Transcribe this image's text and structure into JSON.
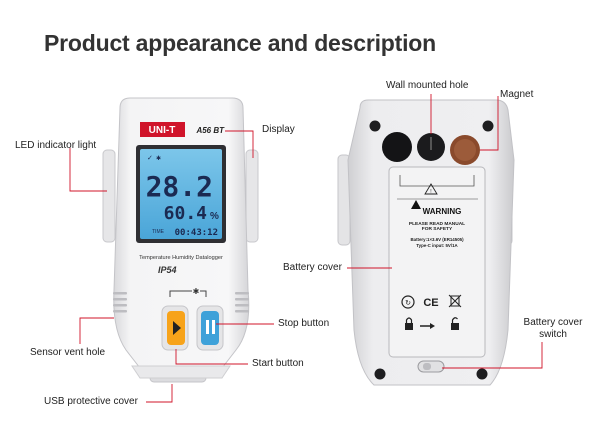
{
  "title": "Product appearance and description",
  "front_device": {
    "brand": "UNI-T",
    "model": "A56 BT",
    "reading_temp": "28.2",
    "reading_hum": "60.4",
    "hum_unit": "%",
    "time_label": "TIME",
    "time_value": "00:43:12",
    "product_line": "Temperature Humidity Datalogger",
    "rating": "IP54",
    "bluetooth_symbol": "✱"
  },
  "back_device": {
    "warning_title": "WARNING",
    "warning_text_1": "PLEASE READ MANUAL",
    "warning_text_2": "FOR SAFETY",
    "battery_line": "Battery:1×3.6V (ER14505)",
    "typec_line": "Type-C input: 5V/1A",
    "ce_mark": "CE"
  },
  "callouts": {
    "led_indicator": "LED indicator light",
    "display": "Display",
    "sensor_vent": "Sensor vent hole",
    "usb_cover": "USB protective cover",
    "stop_button": "Stop button",
    "start_button": "Start button",
    "wall_hole": "Wall mounted hole",
    "magnet": "Magnet",
    "battery_cover": "Battery cover",
    "battery_switch_1": "Battery cover",
    "battery_switch_2": "switch"
  },
  "colors": {
    "accent_red": "#d0142a",
    "lcd": "#5fb6e0",
    "start_btn": "#f7a31a",
    "stop_btn": "#3ea1d9"
  }
}
